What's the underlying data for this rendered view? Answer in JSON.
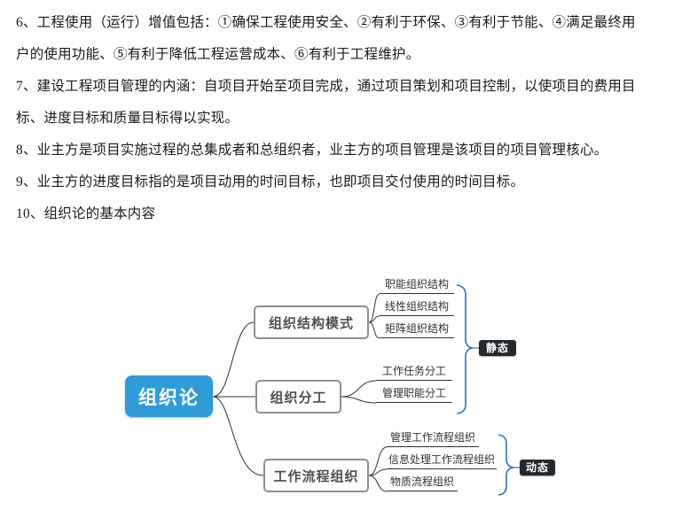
{
  "document": {
    "paragraphs": [
      {
        "lines": [
          "6、工程使用（运行）增值包括：①确保工程使用安全、②有利于环保、③有利于节能、④满足最终用",
          "户的使用功能、⑤有利于降低工程运营成本、⑥有利于工程维护。"
        ]
      },
      {
        "lines": [
          "7、建设工程项目管理的内涵：自项目开始至项目完成，通过项目策划和项目控制，以使项目的费用目",
          "标、进度目标和质量目标得以实现。"
        ]
      },
      {
        "lines": [
          "8、业主方是项目实施过程的总集成者和总组织者，业主方的项目管理是该项目的项目管理核心。"
        ]
      },
      {
        "lines": [
          "9、业主方的进度目标指的是项目动用的时间目标，也即项目交付使用的时间目标。"
        ]
      },
      {
        "lines": [
          "10、组织论的基本内容"
        ]
      }
    ]
  },
  "diagram": {
    "root": "组织论",
    "branches": [
      {
        "label": "组织结构模式",
        "children": [
          "职能组织结构",
          "线性组织结构",
          "矩阵组织结构"
        ]
      },
      {
        "label": "组织分工",
        "children": [
          "工作任务分工",
          "管理职能分工"
        ]
      },
      {
        "label": "工作流程组织",
        "children": [
          "管理工作流程组织",
          "信息处理工作流程组织",
          "物质流程组织"
        ]
      }
    ],
    "badges": [
      {
        "label": "静态",
        "applies_to": [
          "组织结构模式",
          "组织分工"
        ]
      },
      {
        "label": "动态",
        "applies_to": [
          "工作流程组织"
        ]
      }
    ],
    "colors": {
      "root_bg": "#2f9cd8",
      "brace": "#2e75b6",
      "badge_bg": "#23272f",
      "box_border": "#8f8f8f",
      "line": "#303030"
    }
  }
}
